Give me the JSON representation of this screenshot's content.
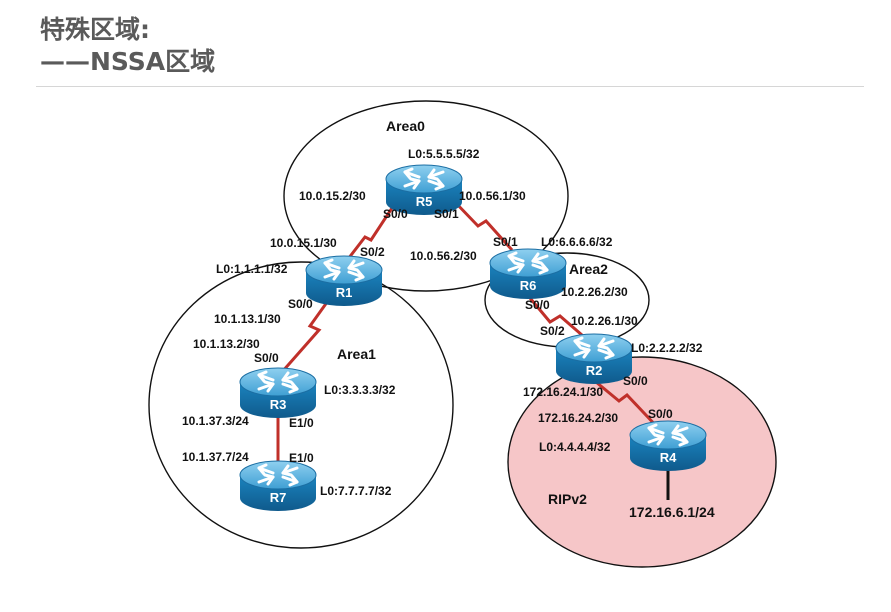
{
  "header": {
    "title_line1": "特殊区域:",
    "title_line2": "——NSSA区域"
  },
  "areas": {
    "area0": "Area0",
    "area1": "Area1",
    "area2": "Area2",
    "rip": "RIPv2"
  },
  "routers": {
    "r1": {
      "name": "R1",
      "loopback": "L0:1.1.1.1/32"
    },
    "r2": {
      "name": "R2",
      "loopback": "L0:2.2.2.2/32"
    },
    "r3": {
      "name": "R3",
      "loopback": "L0:3.3.3.3/32"
    },
    "r4": {
      "name": "R4",
      "loopback": "L0:4.4.4.4/32"
    },
    "r5": {
      "name": "R5",
      "loopback": "L0:5.5.5.5/32"
    },
    "r6": {
      "name": "R6",
      "loopback": "L0:6.6.6.6/32"
    },
    "r7": {
      "name": "R7",
      "loopback": "L0:7.7.7.7/32"
    }
  },
  "links": {
    "r1_r5": {
      "ip_r5": "10.0.15.2/30",
      "if_r5": "S0/0",
      "ip_r1": "10.0.15.1/30",
      "if_r1": "S0/2"
    },
    "r5_r6": {
      "ip_r5": "10.0.56.1/30",
      "if_r5": "S0/1",
      "ip_r6": "10.0.56.2/30",
      "if_r6": "S0/1"
    },
    "r1_r3": {
      "ip_r1": "10.1.13.1/30",
      "if_r1": "S0/0",
      "ip_r3": "10.1.13.2/30",
      "if_r3": "S0/0"
    },
    "r3_r7": {
      "ip_r3": "10.1.37.3/24",
      "if_r3": "E1/0",
      "ip_r7": "10.1.37.7/24",
      "if_r7": "E1/0"
    },
    "r6_r2": {
      "ip_r6": "10.2.26.2/30",
      "if_r6": "S0/0",
      "ip_r2": "10.2.26.1/30",
      "if_r2": "S0/2"
    },
    "r2_r4": {
      "ip_r2": "172.16.24.1/30",
      "if_r2": "S0/0",
      "ip_r4": "172.16.24.2/30",
      "if_r4": "S0/0"
    }
  },
  "external_network": "172.16.6.1/24",
  "colors": {
    "router_body": "#1a7fb8",
    "router_top": "#5fb6e2",
    "serial_link": "#c0302a",
    "rip_area_fill": "#f6c6c8",
    "title": "#5a5a5a"
  }
}
